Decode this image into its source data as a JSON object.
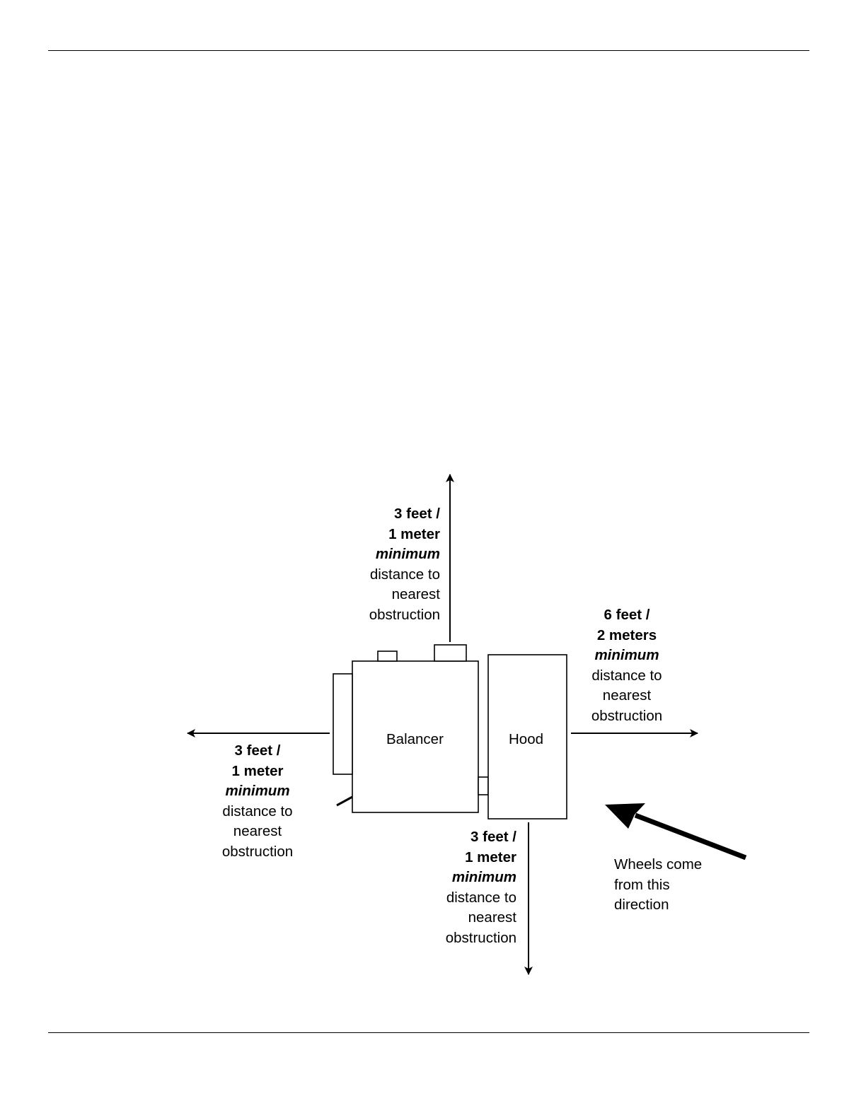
{
  "diagram": {
    "balancer_label": "Balancer",
    "hood_label": "Hood",
    "top_clearance": {
      "line1": "3 feet /",
      "line2": "1 meter",
      "line3": "minimum",
      "line4": "distance to",
      "line5": "nearest",
      "line6": "obstruction"
    },
    "left_clearance": {
      "line1": "3 feet /",
      "line2": "1 meter",
      "line3": "minimum",
      "line4": "distance to",
      "line5": "nearest",
      "line6": "obstruction"
    },
    "right_clearance": {
      "line1": "6 feet /",
      "line2": "2 meters",
      "line3": "minimum",
      "line4": "distance to",
      "line5": "nearest",
      "line6": "obstruction"
    },
    "bottom_clearance": {
      "line1": "3 feet /",
      "line2": "1 meter",
      "line3": "minimum",
      "line4": "distance to",
      "line5": "nearest",
      "line6": "obstruction"
    },
    "wheels_note": {
      "line1": "Wheels come",
      "line2": "from this",
      "line3": "direction"
    }
  }
}
